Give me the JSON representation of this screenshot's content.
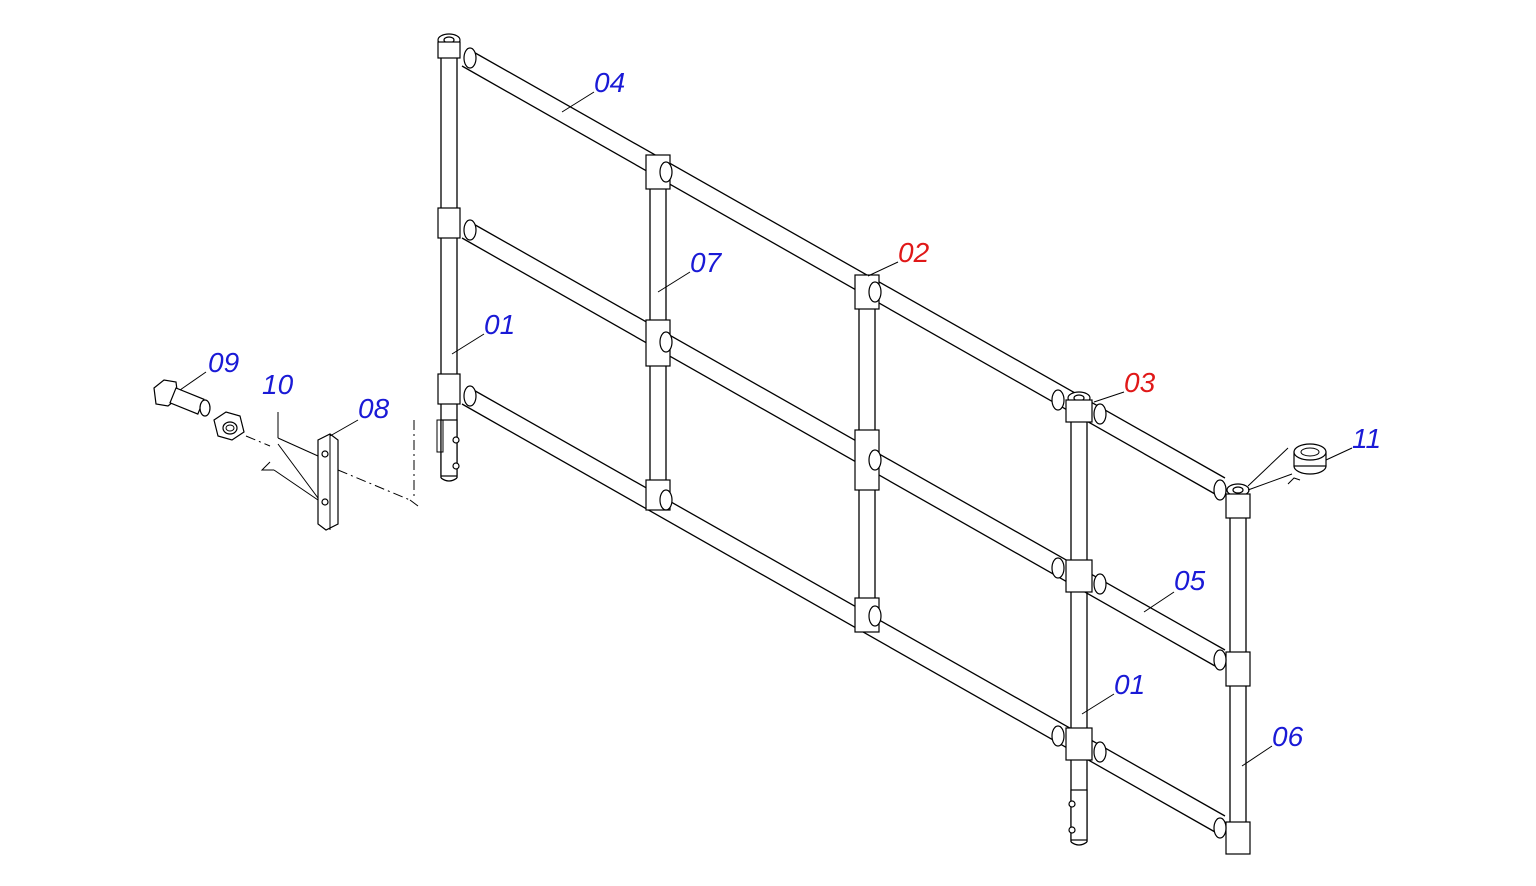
{
  "labels": {
    "p01a": "01",
    "p01b": "01",
    "p02": "02",
    "p03": "03",
    "p04": "04",
    "p05": "05",
    "p06": "06",
    "p07": "07",
    "p08": "08",
    "p09": "09",
    "p10": "10",
    "p11": "11"
  },
  "colors": {
    "standard_label": "#1a1ad6",
    "highlight_label": "#e01818",
    "line": "#000000"
  }
}
